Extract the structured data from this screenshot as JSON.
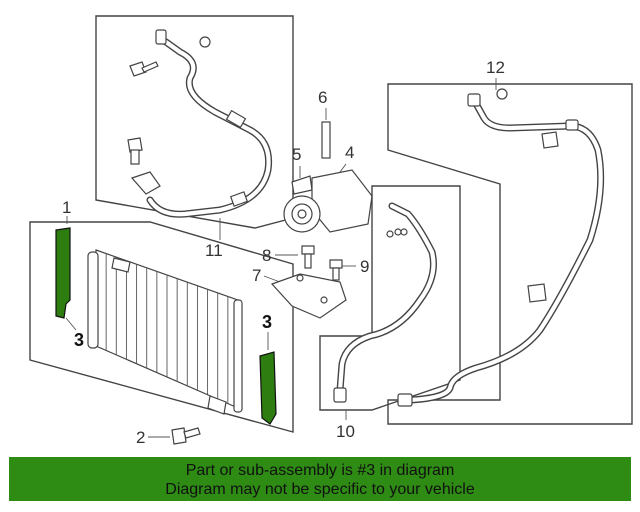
{
  "callouts": {
    "c1": "1",
    "c2": "2",
    "c3a": "3",
    "c3b": "3",
    "c4": "4",
    "c5": "5",
    "c6": "6",
    "c7": "7",
    "c8": "8",
    "c9": "9",
    "c10": "10",
    "c11": "11",
    "c12": "12"
  },
  "banner": {
    "line1": "Part or sub-assembly is #3 in diagram",
    "line2": "Diagram may not be specific to your vehicle"
  },
  "colors": {
    "highlight": "#2e7d10",
    "banner": "#2e8b14"
  }
}
